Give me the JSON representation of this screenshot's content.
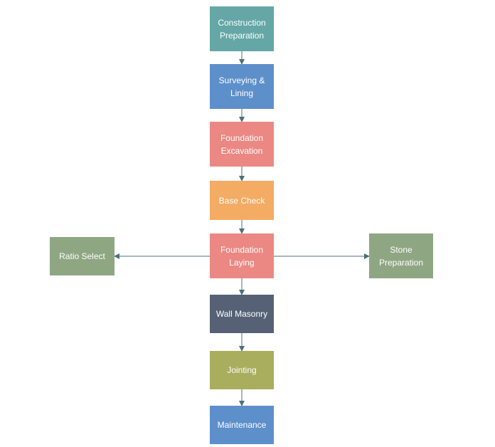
{
  "diagram": {
    "nodes": {
      "construction": {
        "label": "Construction\nPreparation",
        "color": "#64a7a6"
      },
      "surveying": {
        "label": "Surveying &\nLining",
        "color": "#5d8fcb"
      },
      "excavation": {
        "label": "Foundation\nExcavation",
        "color": "#ec8883"
      },
      "basecheck": {
        "label": "Base Check",
        "color": "#f4ab63"
      },
      "laying": {
        "label": "Foundation\nLaying",
        "color": "#ec8883"
      },
      "ratio": {
        "label": "Ratio Select",
        "color": "#8fa683"
      },
      "stone": {
        "label": "Stone\nPreparation",
        "color": "#8fa683"
      },
      "wall": {
        "label": "Wall Masonry",
        "color": "#566175"
      },
      "jointing": {
        "label": "Jointing",
        "color": "#a9ad5e"
      },
      "maintenance": {
        "label": "Maintenance",
        "color": "#5d8fcb"
      }
    },
    "edges": [
      {
        "from": "construction",
        "to": "surveying"
      },
      {
        "from": "surveying",
        "to": "excavation"
      },
      {
        "from": "excavation",
        "to": "basecheck"
      },
      {
        "from": "basecheck",
        "to": "laying"
      },
      {
        "from": "laying",
        "to": "ratio"
      },
      {
        "from": "laying",
        "to": "stone"
      },
      {
        "from": "laying",
        "to": "wall"
      },
      {
        "from": "wall",
        "to": "jointing"
      },
      {
        "from": "jointing",
        "to": "maintenance"
      }
    ],
    "connector_color": "#4e6f7c"
  }
}
